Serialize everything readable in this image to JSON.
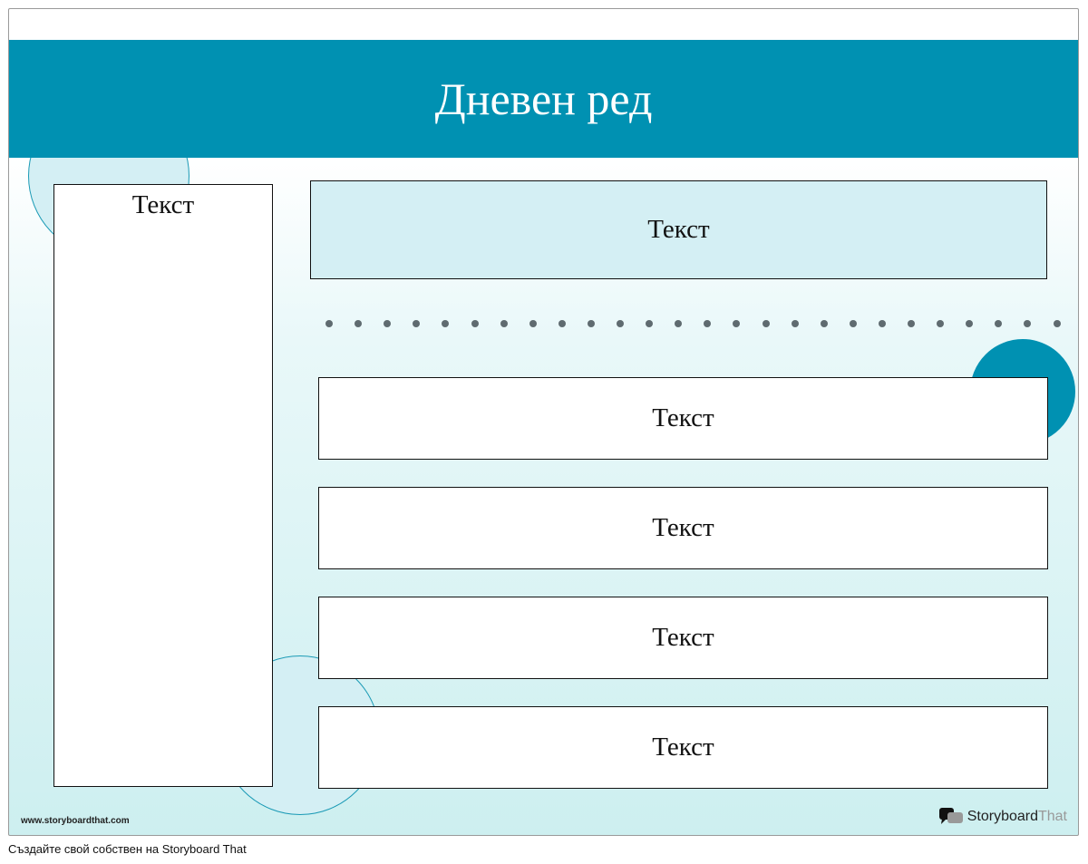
{
  "title": "Дневен ред",
  "left_box": "Текст",
  "top_box": "Текст",
  "items": [
    "Текст",
    "Текст",
    "Текст",
    "Текст"
  ],
  "url": "www.storyboardthat.com",
  "logo": {
    "main": "Storyboard",
    "accent": "That"
  },
  "caption": "Създайте свой собствен на Storyboard That",
  "colors": {
    "header": "#0091b2",
    "accent_box": "#d4eff4",
    "dots": "#5f6b70"
  }
}
